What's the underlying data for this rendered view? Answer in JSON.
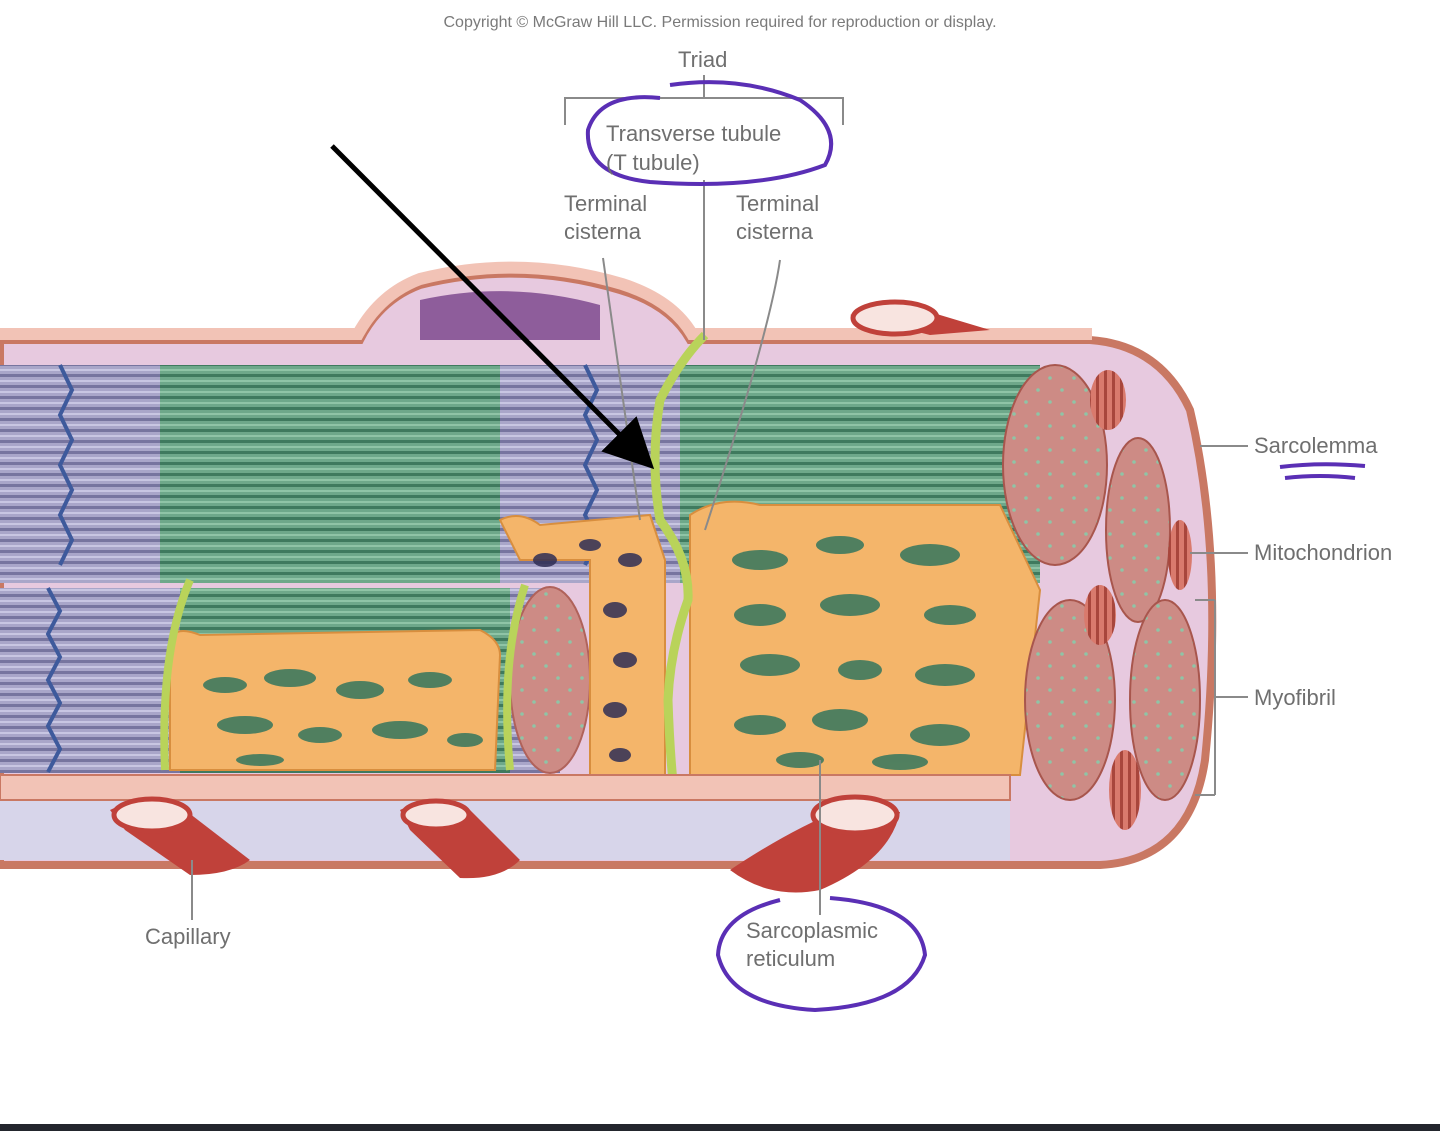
{
  "copyright": "Copyright © McGraw Hill LLC. Permission required for reproduction or display.",
  "labels": {
    "triad": "Triad",
    "t_tubule_line1": "Transverse tubule",
    "t_tubule_line2": "(T tubule)",
    "terminal_cisterna_left_1": "Terminal",
    "terminal_cisterna_left_2": "cisterna",
    "terminal_cisterna_right_1": "Terminal",
    "terminal_cisterna_right_2": "cisterna",
    "sarcolemma": "Sarcolemma",
    "mitochondrion": "Mitochondrion",
    "myofibril": "Myofibril",
    "capillary": "Capillary",
    "sr_line1": "Sarcoplasmic",
    "sr_line2": "reticulum"
  },
  "colors": {
    "sarcolemma": "#f2c3b6",
    "myofibril_green": "#5f9d7c",
    "myofibril_purple": "#9b98c0",
    "sr_orange": "#f4b56a",
    "t_tubule": "#b9d35a",
    "capillary": "#c0413a",
    "annotation_ink": "#5a2fb5",
    "arrow": "#000000"
  }
}
